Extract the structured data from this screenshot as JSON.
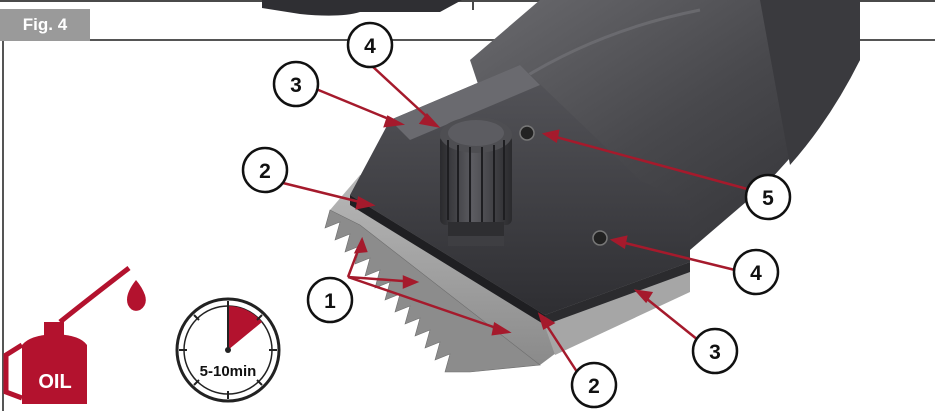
{
  "figure": {
    "label": "Fig. 4"
  },
  "callouts": [
    {
      "id": "callout-1",
      "number": "1"
    },
    {
      "id": "callout-2-left",
      "number": "2"
    },
    {
      "id": "callout-2-bottom",
      "number": "2"
    },
    {
      "id": "callout-3-top",
      "number": "3"
    },
    {
      "id": "callout-3-bottom",
      "number": "3"
    },
    {
      "id": "callout-4-top",
      "number": "4"
    },
    {
      "id": "callout-4-right",
      "number": "4"
    },
    {
      "id": "callout-5",
      "number": "5"
    }
  ],
  "oil_can": {
    "label": "OIL",
    "icon": "oil-can-icon"
  },
  "timer": {
    "label": "5-10min",
    "icon": "stopwatch-icon"
  },
  "colors": {
    "accent_red": "#b3122e",
    "leader_red": "#a51a2c",
    "body_dark": "#3c3c3f",
    "body_mid": "#5a5a5e",
    "blade_grey": "#9e9e9e",
    "label_grey": "#9a9a9a"
  }
}
